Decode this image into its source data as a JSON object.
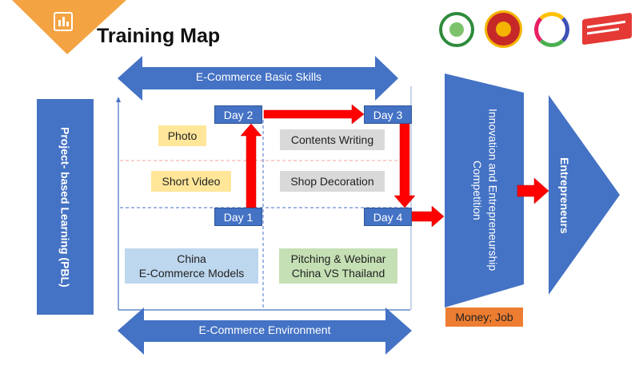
{
  "header": {
    "title": "Training Map",
    "corner_icon": "chart-board-icon"
  },
  "colors": {
    "primary_blue": "#4472c4",
    "orange": "#f4a342",
    "red_arrow": "#ff0000",
    "yellow_box": "#ffe699",
    "gray_box": "#d9d9d9",
    "light_blue_box": "#bdd7ee",
    "green_box": "#c5e0b4"
  },
  "arrows": {
    "top": "E-Commerce Basic Skills",
    "bottom": "E-Commerce Environment"
  },
  "left_bar": "Project- based Learning (PBL)",
  "days": {
    "day1": "Day 1",
    "day2": "Day 2",
    "day3": "Day 3",
    "day4": "Day 4"
  },
  "topics": {
    "photo": "Photo",
    "short_video": "Short Video",
    "contents_writing": "Contents Writing",
    "shop_decoration": "Shop Decoration",
    "china_models_line1": "China",
    "china_models_line2": "E-Commerce Models",
    "pitching_line1": "Pitching & Webinar",
    "pitching_line2": "China  VS  Thailand"
  },
  "competition": "Innovation and Entrepreneurship Competition",
  "money_job": "Money; Job",
  "entrepreneurs": "Entrepreneurs",
  "logos": [
    "logo-1-icon",
    "logo-2-icon",
    "logo-3-icon",
    "logo-4-icon"
  ]
}
